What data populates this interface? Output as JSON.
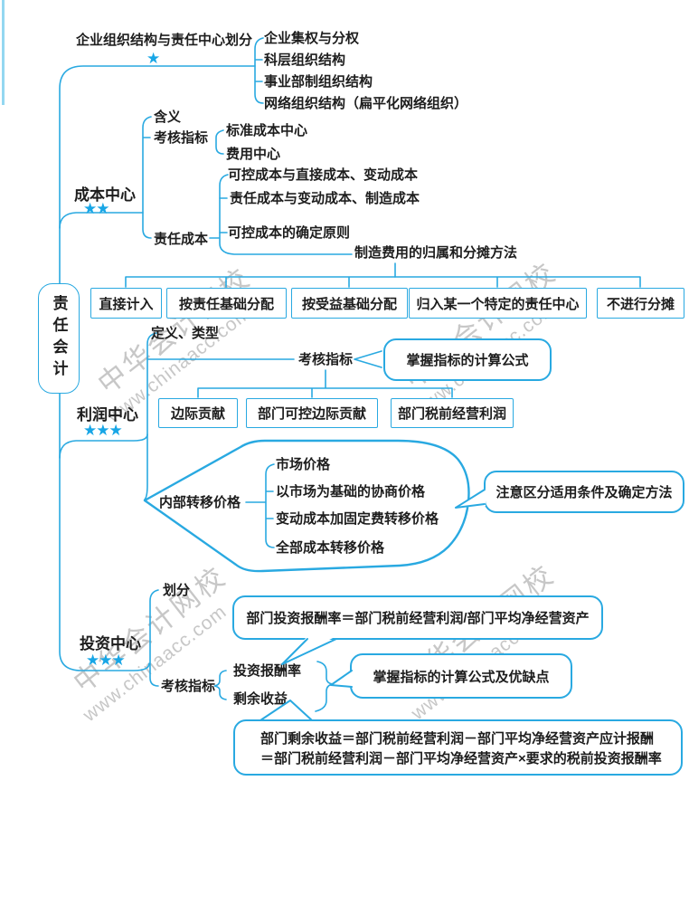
{
  "colors": {
    "line": "#29a9e1",
    "star": "#18a6e6",
    "text": "#1d1d1d",
    "watermark": "#c7c7c7"
  },
  "watermark": {
    "brand": "中华会计网校",
    "url": "www.chinaacc.com"
  },
  "root": {
    "label": "责任会计"
  },
  "org": {
    "label": "企业组织结构与责任中心划分",
    "stars": "★",
    "items": [
      "企业集权与分权",
      "科层组织结构",
      "事业部制组织结构",
      "网络组织结构（扁平化网络组织）"
    ]
  },
  "cost": {
    "label": "成本中心",
    "stars": "★★",
    "meaning": "含义",
    "kpi_label": "考核指标",
    "kpi_items": [
      "标准成本中心",
      "费用中心"
    ],
    "resp_label": "责任成本",
    "resp_items": [
      "可控成本与直接成本、变动成本",
      "责任成本与变动成本、制造成本",
      "可控成本的确定原则"
    ],
    "mfg_label": "制造费用的归属和分摊方法",
    "methods": [
      "直接计入",
      "按责任基础分配",
      "按受益基础分配",
      "归入某一个特定的责任中心",
      "不进行分摊"
    ]
  },
  "profit": {
    "label": "利润中心",
    "stars": "★★★",
    "definition": "定义、类型",
    "kpi_label": "考核指标",
    "kpi_note": "掌握指标的计算公式",
    "kpi_items": [
      "边际贡献",
      "部门可控边际贡献",
      "部门税前经营利润"
    ],
    "transfer_label": "内部转移价格",
    "transfer_items": [
      "市场价格",
      "以市场为基础的协商价格",
      "变动成本加固定费转移价格",
      "全部成本转移价格"
    ],
    "transfer_note": "注意区分适用条件及确定方法"
  },
  "invest": {
    "label": "投资中心",
    "stars": "★★★",
    "division": "划分",
    "roi_formula": "部门投资报酬率＝部门税前经营利润/部门平均净经营资产",
    "kpi_label": "考核指标",
    "kpi_items": [
      "投资报酬率",
      "剩余收益"
    ],
    "kpi_note": "掌握指标的计算公式及优缺点",
    "ri_formula": "部门剩余收益＝部门税前经营利润－部门平均净经营资产应计报酬＝部门税前经营利润－部门平均净经营资产×要求的税前投资报酬率"
  }
}
